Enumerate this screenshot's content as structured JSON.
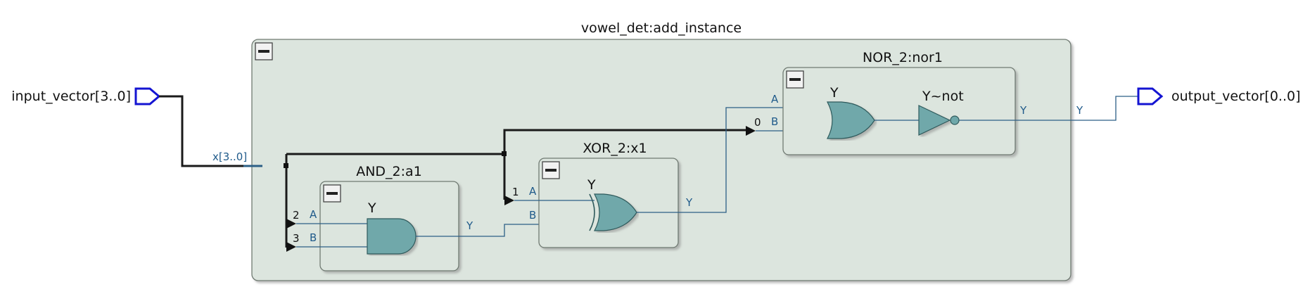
{
  "diagram": {
    "top_instance": "vowel_det:add_instance",
    "input_port": "input_vector[3..0]",
    "output_port": "output_vector[0..0]",
    "bus_label": "x[3..0]",
    "and_block": {
      "title": "AND_2:a1",
      "gate_out": "Y",
      "pin_a": "A",
      "pin_b": "B",
      "pin_y": "Y",
      "bit_a": "2",
      "bit_b": "3"
    },
    "xor_block": {
      "title": "XOR_2:x1",
      "gate_out": "Y",
      "pin_a": "A",
      "pin_b": "B",
      "pin_y": "Y",
      "bit_a": "1"
    },
    "nor_block": {
      "title": "NOR_2:nor1",
      "gate_out": "Y",
      "not_label": "Y~not",
      "pin_a": "A",
      "pin_b": "B",
      "pin_y": "Y",
      "bit_b": "0"
    },
    "outer_out_label": "Y"
  },
  "colors": {
    "block_fill": "#dce5de",
    "gate_fill": "#6fa8aa",
    "wire": "#2c5f86",
    "port": "#1414d2"
  }
}
